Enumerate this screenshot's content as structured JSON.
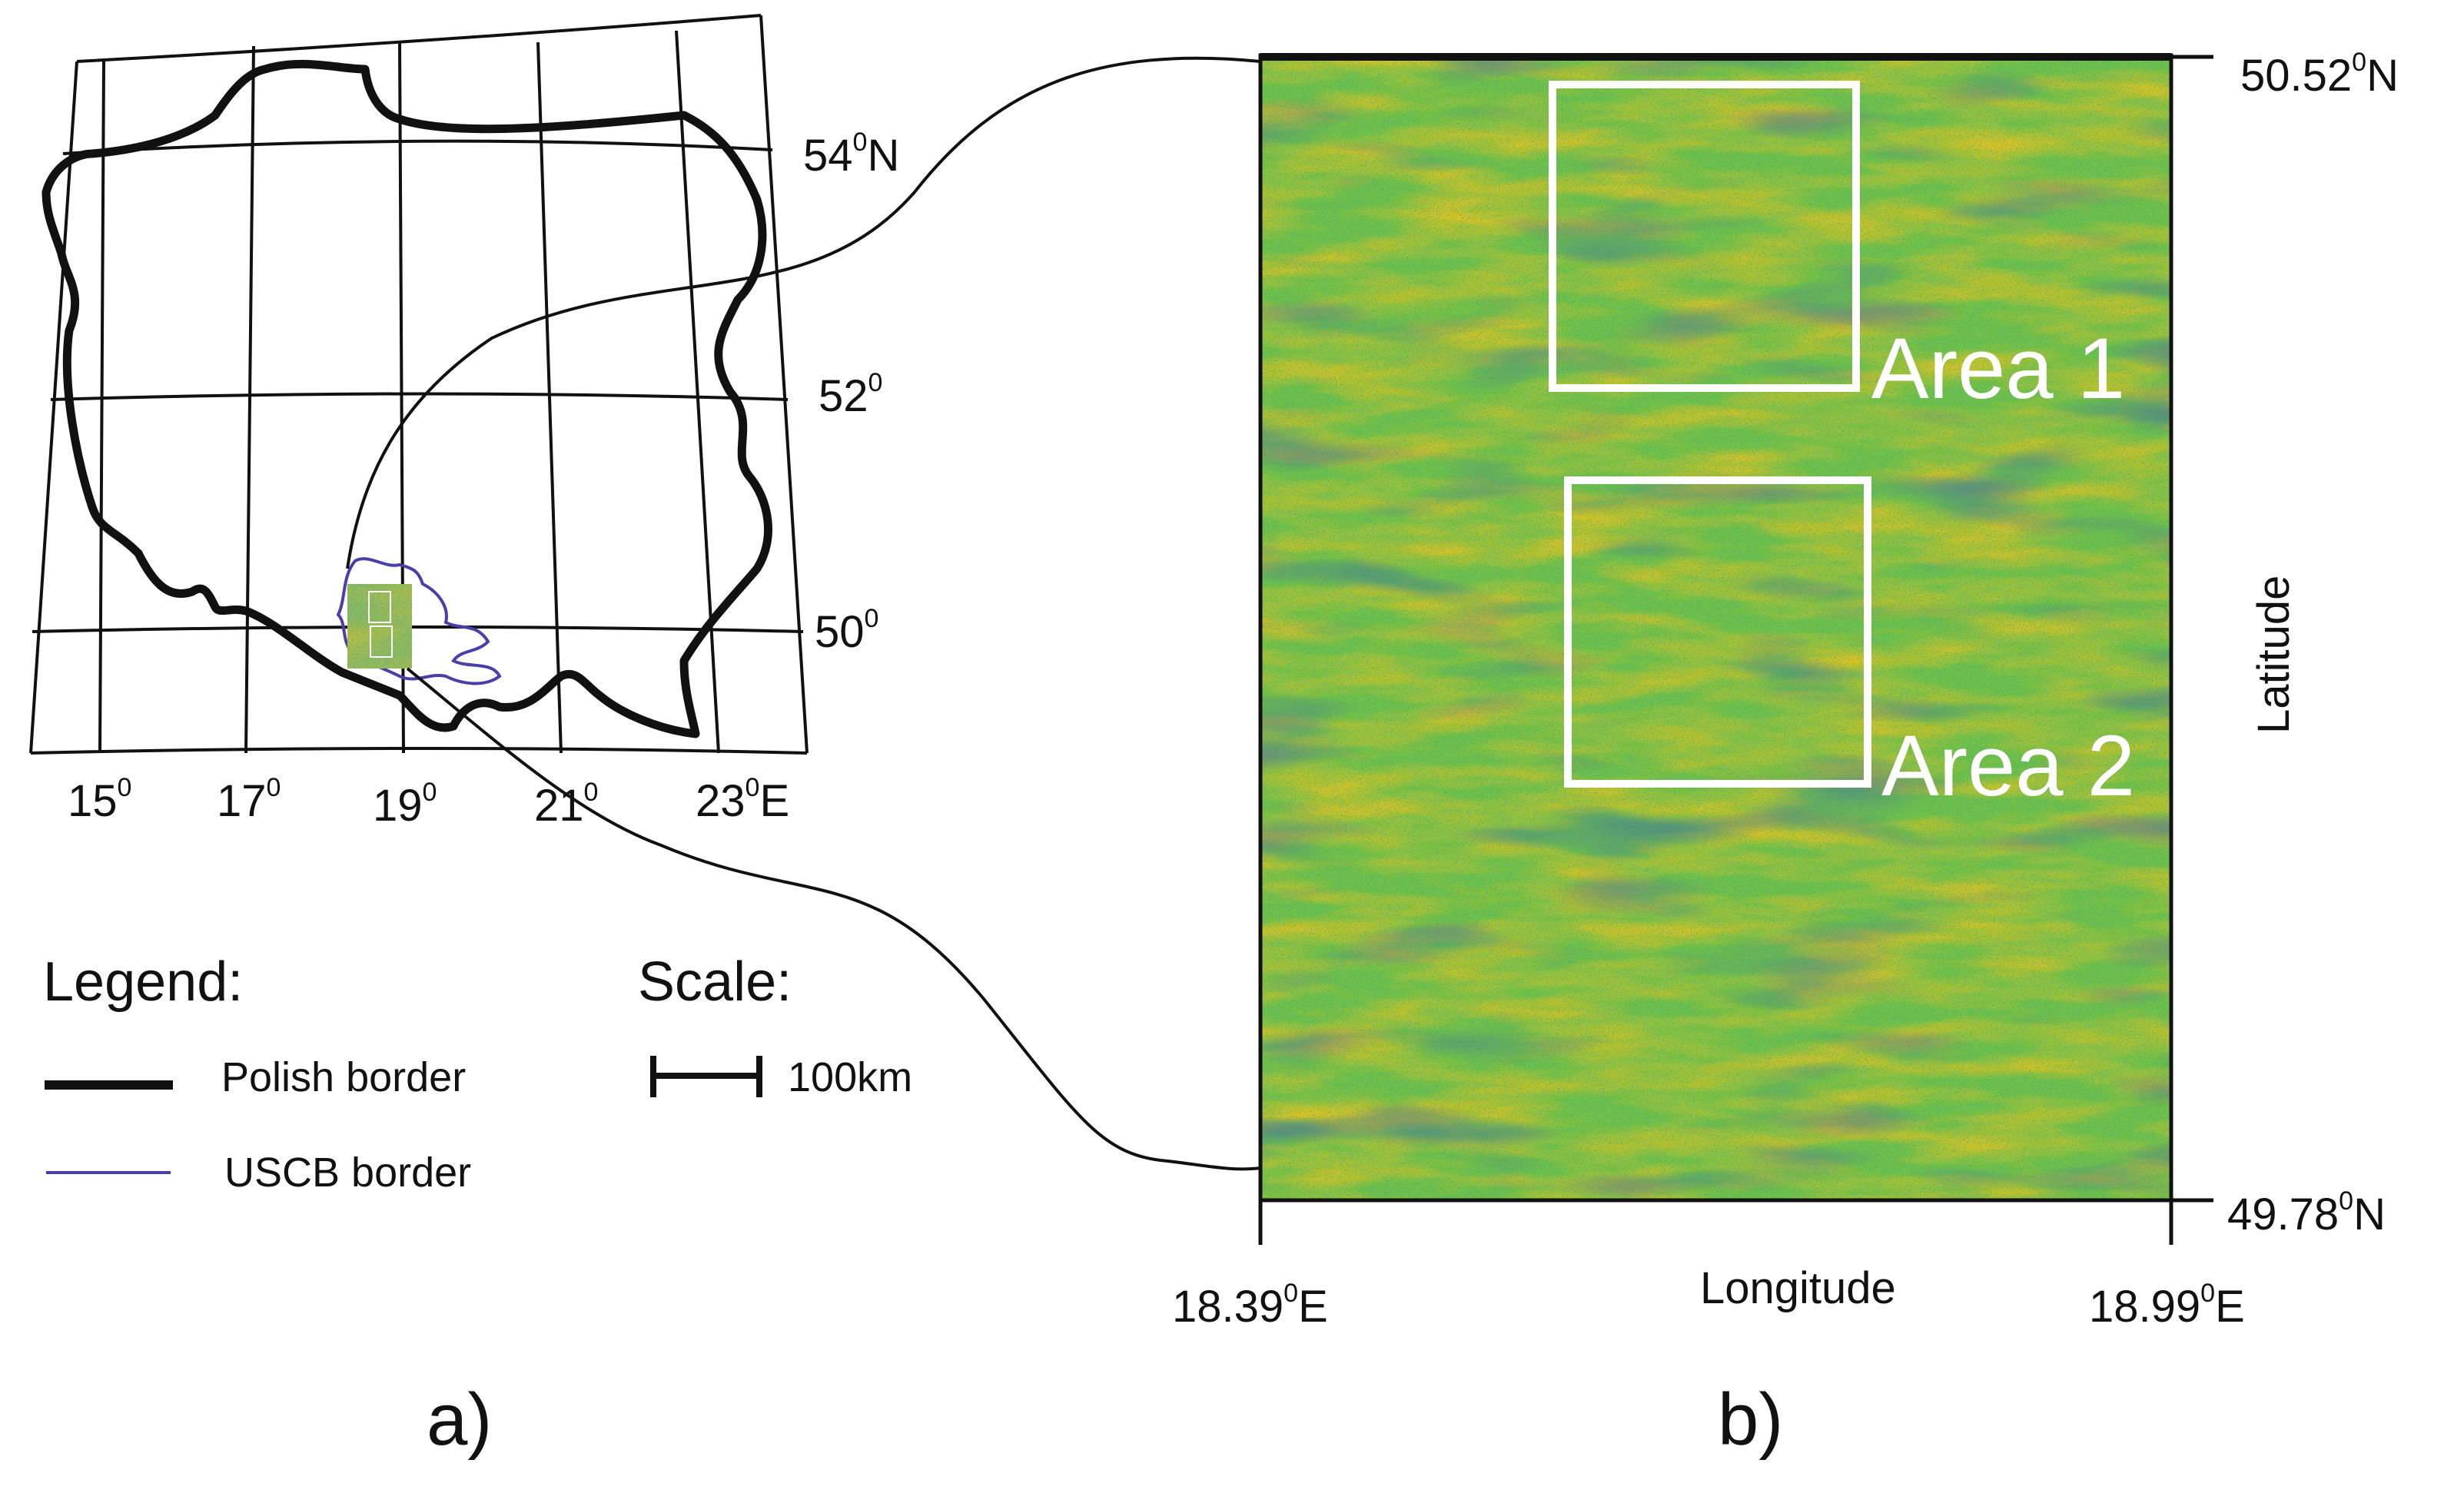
{
  "panel_a": {
    "label": "a)",
    "lat_labels": [
      {
        "deg": "54",
        "suffix": "N"
      },
      {
        "deg": "52",
        "suffix": ""
      },
      {
        "deg": "50",
        "suffix": ""
      }
    ],
    "lon_labels": [
      {
        "deg": "15",
        "suffix": ""
      },
      {
        "deg": "17",
        "suffix": ""
      },
      {
        "deg": "19",
        "suffix": ""
      },
      {
        "deg": "21",
        "suffix": ""
      },
      {
        "deg": "23",
        "suffix": "E"
      }
    ],
    "degree_mark": "0",
    "legend": {
      "title": "Legend:",
      "items": [
        {
          "label": "Polish border",
          "color": "#111111"
        },
        {
          "label": "USCB border",
          "color": "#4a3fa8"
        }
      ]
    },
    "scale": {
      "title": "Scale:",
      "label": "100km"
    }
  },
  "panel_b": {
    "label": "b)",
    "corners": {
      "lat_top": {
        "value": "50.52",
        "suffix": "N"
      },
      "lat_bottom": {
        "value": "49.78",
        "suffix": "N"
      },
      "lon_left": {
        "value": "18.39",
        "suffix": "E"
      },
      "lon_right": {
        "value": "18.99",
        "suffix": "E"
      }
    },
    "axis_x": "Longitude",
    "axis_y": "Latitude",
    "areas": [
      {
        "label": "Area 1"
      },
      {
        "label": "Area 2"
      }
    ],
    "colors": {
      "yellow": "#f2c21a",
      "green": "#6fbf4a",
      "teal": "#2aa88e",
      "blue": "#3b5fb0",
      "purple": "#3a2a8c"
    }
  }
}
